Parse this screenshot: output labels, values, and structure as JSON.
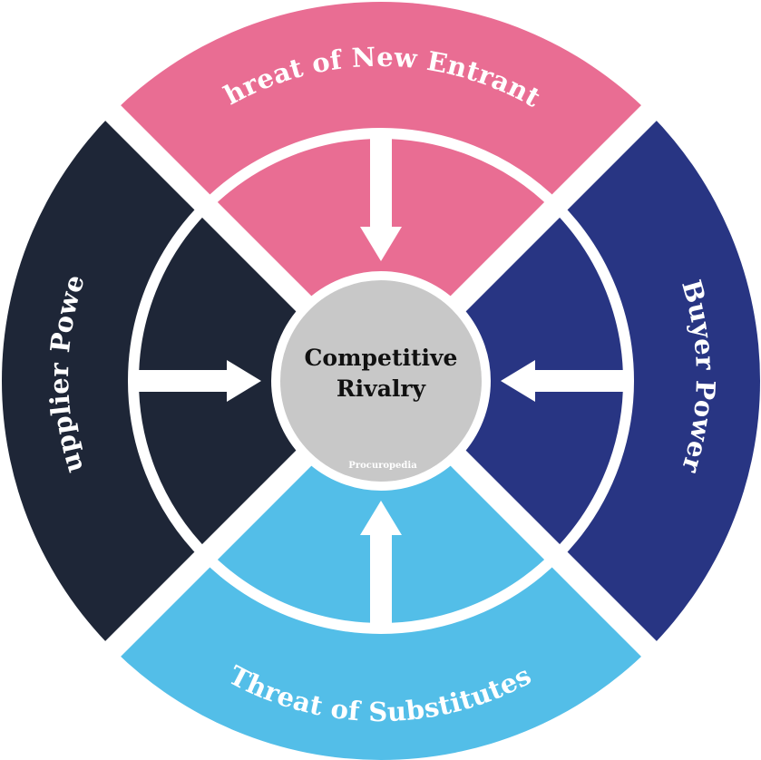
{
  "colors": {
    "new_entrants": "#e96d93",
    "buyer_power": "#283583",
    "substitutes": "#53bee8",
    "supplier_power": "#1e2637",
    "center": "#c8c8c8",
    "separator": "#ffffff"
  },
  "segments": {
    "top": {
      "label": "Threat of New Entrants"
    },
    "right": {
      "label": "Buyer Power"
    },
    "bottom": {
      "label": "Threat of Substitutes"
    },
    "left": {
      "label": "Supplier Power"
    }
  },
  "center": {
    "title_line1": "Competitive",
    "title_line2": "Rivalry"
  },
  "watermark": "Procuropedia"
}
